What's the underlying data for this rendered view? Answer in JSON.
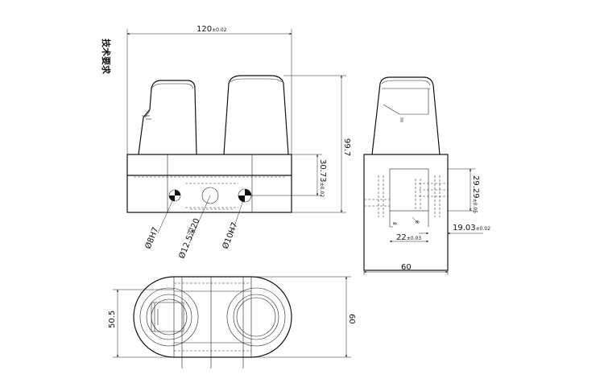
{
  "title": "技术要求",
  "dimensions": {
    "front_width": {
      "value": "120",
      "tol": "±0.02"
    },
    "front_height": {
      "value": "99.7"
    },
    "hole_depth": {
      "value": "30.73",
      "tol": "±0.02"
    },
    "hole_left": {
      "value": "Ø8H7"
    },
    "hole_center": {
      "value": "Ø12.5深20"
    },
    "hole_right": {
      "value": "Ø10H7"
    },
    "side_height": {
      "value": "29.29",
      "tol": "±0.05"
    },
    "side_small_a": {
      "value": "8"
    },
    "side_small_b": {
      "value": "6"
    },
    "side_slot": {
      "value": "22",
      "tol": "±0.03"
    },
    "side_offset": {
      "value": "19.03",
      "tol": "±0.02"
    },
    "side_width": {
      "value": "60"
    },
    "top_height": {
      "value": "50.5"
    },
    "top_depth": {
      "value": "60"
    }
  }
}
